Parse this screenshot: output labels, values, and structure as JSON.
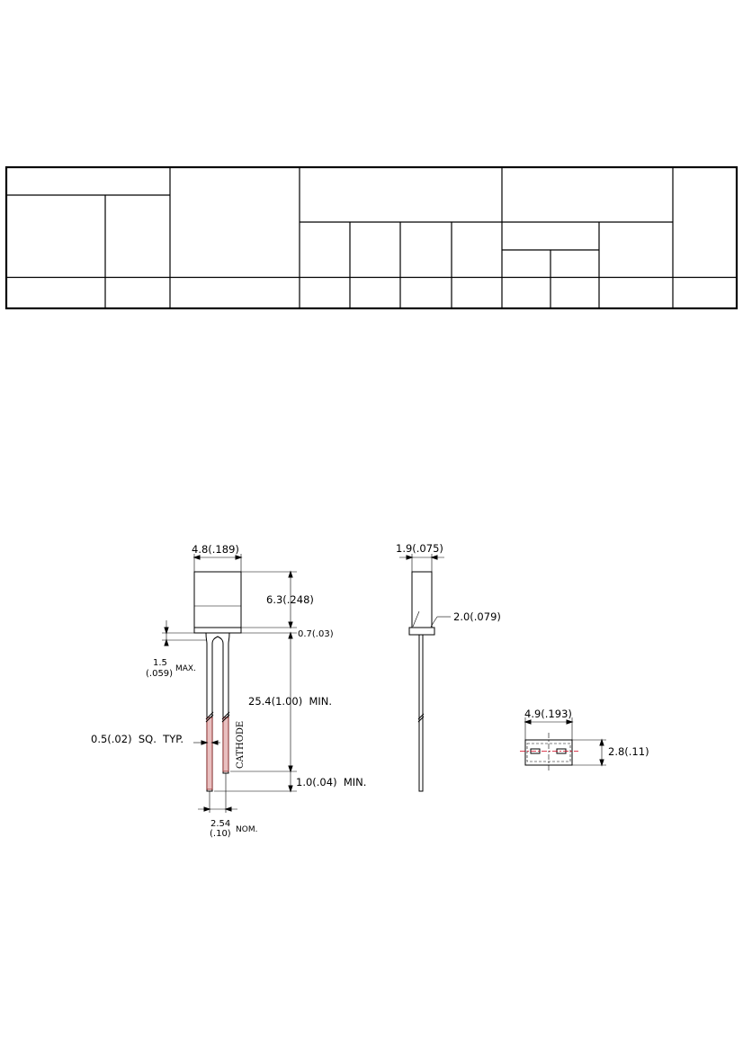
{
  "spec_table": {
    "headers": [],
    "rows": []
  },
  "drawing": {
    "front_view": {
      "width_dim": "4.8(.189)",
      "body_height_dim": "6.3(.248)",
      "flange_dim": "0.7(.03)",
      "meniscus_dim_top": "1.5",
      "meniscus_dim_bottom": "(.059)",
      "meniscus_suffix": "MAX.",
      "lead_length_dim": "25.4(1.00)  MIN.",
      "lead_size_dim": "0.5(.02)  SQ.  TYP.",
      "cathode_label": "CATHODE",
      "lead_end_dim": "1.0(.04)  MIN.",
      "spacing_dim_top": "2.54",
      "spacing_dim_bottom": "(.10)",
      "spacing_suffix": "NOM."
    },
    "side_view": {
      "width_dim": "1.9(.075)",
      "flange_dim": "2.0(.079)"
    },
    "top_view": {
      "width_dim": "4.9(.193)",
      "height_dim": "2.8(.11)",
      "centerline_color": "#d0021b"
    }
  }
}
